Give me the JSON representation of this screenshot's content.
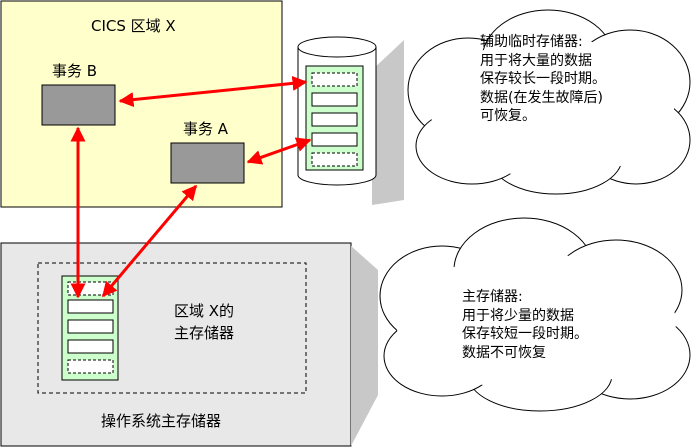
{
  "cics_region": {
    "title": "CICS 区域 X"
  },
  "transaction_b": {
    "label": "事务 B"
  },
  "transaction_a": {
    "label": "事务 A"
  },
  "os_main_storage": {
    "label": "操作系统主存储器"
  },
  "region_main_storage": {
    "lines": [
      "区域 X的",
      "主存储器"
    ]
  },
  "aux_note": {
    "lines": [
      "辅助临时存储器:",
      "用于将大量的数据",
      "保存较长一段时期。",
      "数据(在发生故障后)",
      "可恢复。"
    ]
  },
  "main_note": {
    "lines": [
      "主存储器:",
      "用于将少量的数据",
      "保存较短一段时期。",
      "数据不可恢复"
    ]
  },
  "colors": {
    "region_fill": "#ffffcc",
    "os_fill": "#e8e8e8",
    "storage_fill": "#ccffcc",
    "transaction_fill": "#999999",
    "arrow": "#ff0000"
  }
}
